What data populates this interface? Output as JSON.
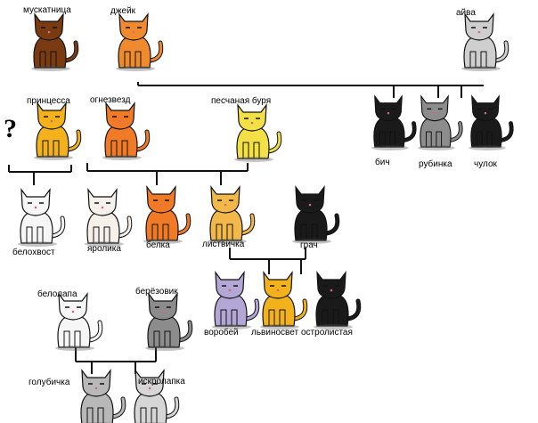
{
  "cats": {
    "muskatnitsa": {
      "name": "мускатница",
      "color": "#7a3a12"
    },
    "dzheyk": {
      "name": "джейк",
      "color": "#f08a2e"
    },
    "ayva": {
      "name": "айва",
      "color": "#cfcfcf"
    },
    "printsessa": {
      "name": "принцесса",
      "color": "#f3b21b"
    },
    "ognezvezd": {
      "name": "огнезвезд",
      "color": "#f07a26"
    },
    "peschanaya_burya": {
      "name": "песчаная буря",
      "color": "#f3e046"
    },
    "bich": {
      "name": "бич",
      "color": "#1a1a1a"
    },
    "rubinka": {
      "name": "рубинка",
      "color": "#8c8c8c"
    },
    "chulok": {
      "name": "чулок",
      "color": "#1a1a1a"
    },
    "belokhvost": {
      "name": "белохвост",
      "color": "#f6f6f6"
    },
    "yarolika": {
      "name": "яролика",
      "color": "#f5f0ea"
    },
    "belka": {
      "name": "белка",
      "color": "#f07a26"
    },
    "listvichka": {
      "name": "листвичка",
      "color": "#f3b84a"
    },
    "grach": {
      "name": "грач",
      "color": "#1a1a1a"
    },
    "belolapa": {
      "name": "белолапа",
      "color": "#f6f6f6"
    },
    "beryozovik": {
      "name": "берёзовик",
      "color": "#8c8c8c"
    },
    "vorobey": {
      "name": "воробей",
      "color": "#b3a7d6"
    },
    "lvinosvet": {
      "name": "львиносвет",
      "color": "#f3b21b"
    },
    "ostrolistaya": {
      "name": "остролистая",
      "color": "#1a1a1a"
    },
    "golubichka": {
      "name": "голубичка",
      "color": "#b8b8b8"
    },
    "iskrolapka": {
      "name": "искролапка",
      "color": "#d6d6d6"
    }
  },
  "unknown_parent": "?",
  "line_color": "#111111"
}
